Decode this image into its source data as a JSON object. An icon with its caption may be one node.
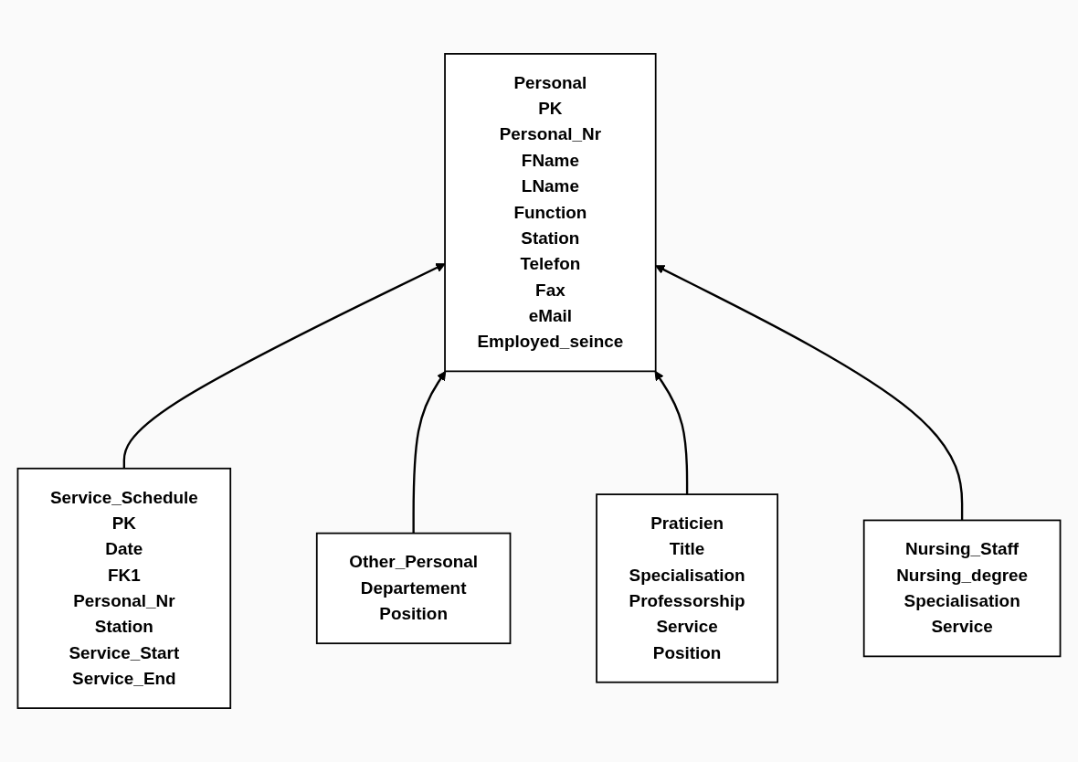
{
  "diagram": {
    "nodes": [
      {
        "text": [
          "Personal",
          "PK",
          "Personal_Nr",
          "FName",
          "LName",
          "Function",
          "Station",
          "Telefon",
          "Fax",
          "eMail",
          "Employed_seince"
        ]
      },
      {
        "text": [
          "Service_Schedule",
          "PK",
          "Date",
          "FK1",
          "Personal_Nr",
          "Station",
          "Service_Start",
          "Service_End"
        ]
      },
      {
        "text": [
          "Other_Personal",
          "Departement",
          "Position"
        ]
      },
      {
        "text": [
          "Praticien",
          "Title",
          "Specialisation",
          "Professorship",
          "Service",
          "Position"
        ]
      },
      {
        "text": [
          "Nursing_Staff",
          "Nursing_degree",
          "Specialisation",
          "Service"
        ]
      }
    ],
    "edges": [
      {
        "from": 1,
        "to": 0,
        "arrow": "to"
      },
      {
        "from": 2,
        "to": 0,
        "arrow": "to"
      },
      {
        "from": 3,
        "to": 0,
        "arrow": "to"
      },
      {
        "from": 4,
        "to": 0,
        "arrow": "to"
      }
    ]
  }
}
